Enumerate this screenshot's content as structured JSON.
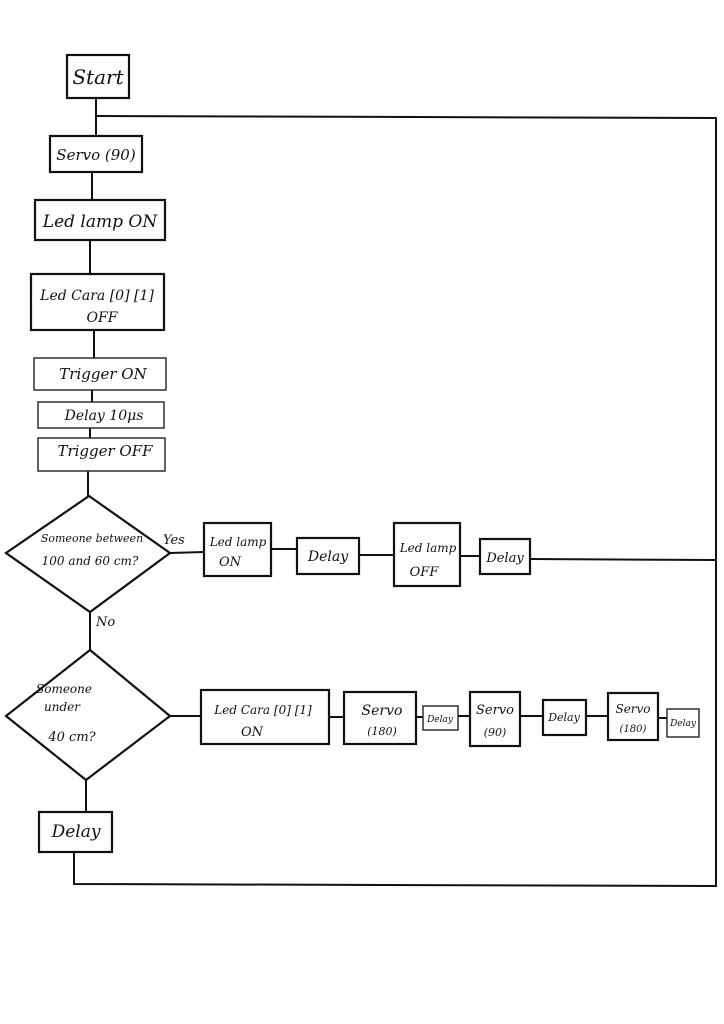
{
  "nodes": {
    "start": "Start",
    "servo_90": "Servo (90)",
    "led_lamp_on": "Led lamp ON",
    "led_cara_off_1": "Led Cara [0] [1]",
    "led_cara_off_2": "OFF",
    "trigger_on": "Trigger ON",
    "delay_10us": "Delay 10μs",
    "trigger_off": "Trigger OFF",
    "decision1_1": "Someone between",
    "decision1_2": "100  and 60 cm?",
    "yes": "Yes",
    "no": "No",
    "ledlamp_on_1": "Led lamp",
    "ledlamp_on_2": "ON",
    "delay_a": "Delay",
    "ledlamp_off_1": "Led lamp",
    "ledlamp_off_2": "OFF",
    "delay_b": "Delay",
    "decision2_1": "Someone",
    "decision2_2": "under",
    "decision2_3": "40 cm?",
    "ledcara_on_1": "Led Cara [0] [1]",
    "ledcara_on_2": "ON",
    "servo180_1_a": "Servo",
    "servo180_1_b": "(180)",
    "delay_c": "Delay",
    "servo90_a": "Servo",
    "servo90_b": "(90)",
    "delay_d": "Delay",
    "servo180_2_a": "Servo",
    "servo180_2_b": "(180)",
    "delay_e": "Delay",
    "delay_final": "Delay"
  }
}
